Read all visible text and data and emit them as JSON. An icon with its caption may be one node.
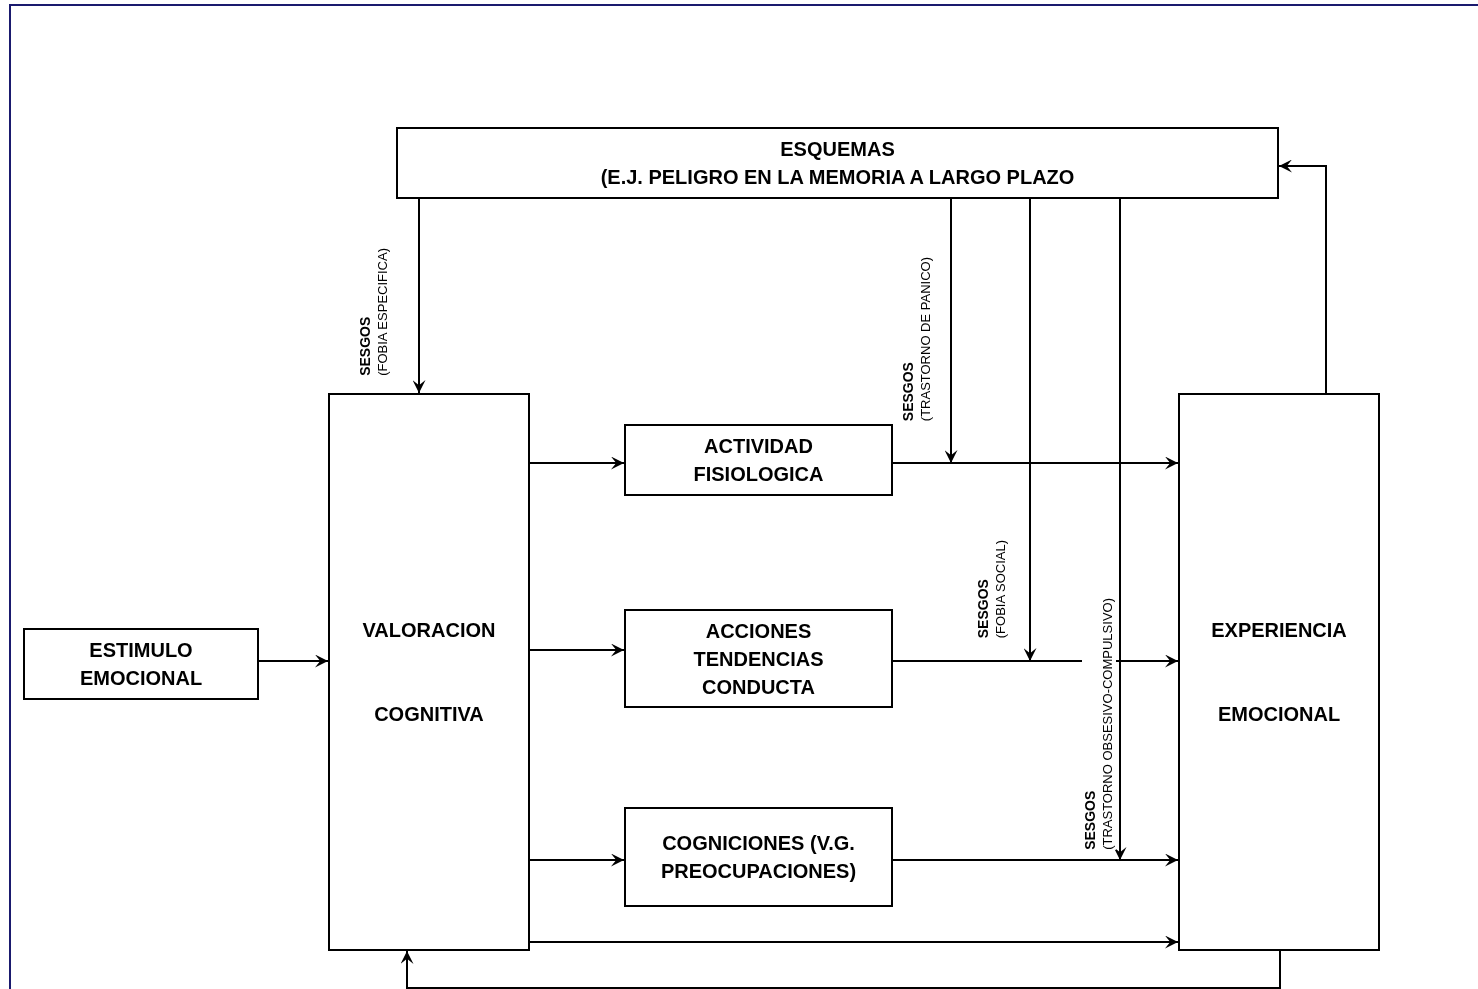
{
  "diagram": {
    "nodes": [
      {
        "text": [
          "ESQUEMAS",
          "(E.J. PELIGRO EN LA MEMORIA A LARGO PLAZO"
        ]
      },
      {
        "text": [
          "ESTIMULO EMOCIONAL"
        ]
      },
      {
        "text": [
          "VALORACION",
          "COGNITIVA"
        ]
      },
      {
        "text": [
          "ACTIVIDAD FISIOLOGICA"
        ]
      },
      {
        "text": [
          "ACCIONES TENDENCIAS CONDUCTA"
        ]
      },
      {
        "text": [
          "COGNICIONES (V.G. PREOCUPACIONES)"
        ]
      },
      {
        "text": [
          "EXPERIENCIA",
          "EMOCIONAL"
        ]
      }
    ],
    "edges": [
      {
        "from": 1,
        "to": 2,
        "arrow": "to"
      },
      {
        "from": 2,
        "to": 3,
        "arrow": "to"
      },
      {
        "from": 2,
        "to": 4,
        "arrow": "to"
      },
      {
        "from": 2,
        "to": 5,
        "arrow": "to"
      },
      {
        "from": 2,
        "to": 6,
        "arrow": "to"
      },
      {
        "from": 3,
        "to": 6,
        "arrow": "to"
      },
      {
        "from": 4,
        "to": 6,
        "arrow": "to"
      },
      {
        "from": 5,
        "to": 6,
        "arrow": "to"
      },
      {
        "from": 6,
        "to": 0,
        "arrow": "to"
      },
      {
        "from": 6,
        "to": 2,
        "arrow": "to"
      },
      {
        "from": 0,
        "to": 2,
        "arrow": "to",
        "label": "**SESGOS** (FOBIA ESPECIFICA)"
      },
      {
        "from": 0,
        "to": null,
        "arrow": "to",
        "label": "**SESGOS** (TRASTORNO DE PANICO)"
      },
      {
        "from": 0,
        "to": null,
        "arrow": "to",
        "label": "**SESGOS** (FOBIA SOCIAL)"
      },
      {
        "from": 0,
        "to": null,
        "arrow": "to",
        "label": "**SESGOS** (TRASTORNO OBSESIVO-COMPULSIVO)"
      }
    ]
  }
}
